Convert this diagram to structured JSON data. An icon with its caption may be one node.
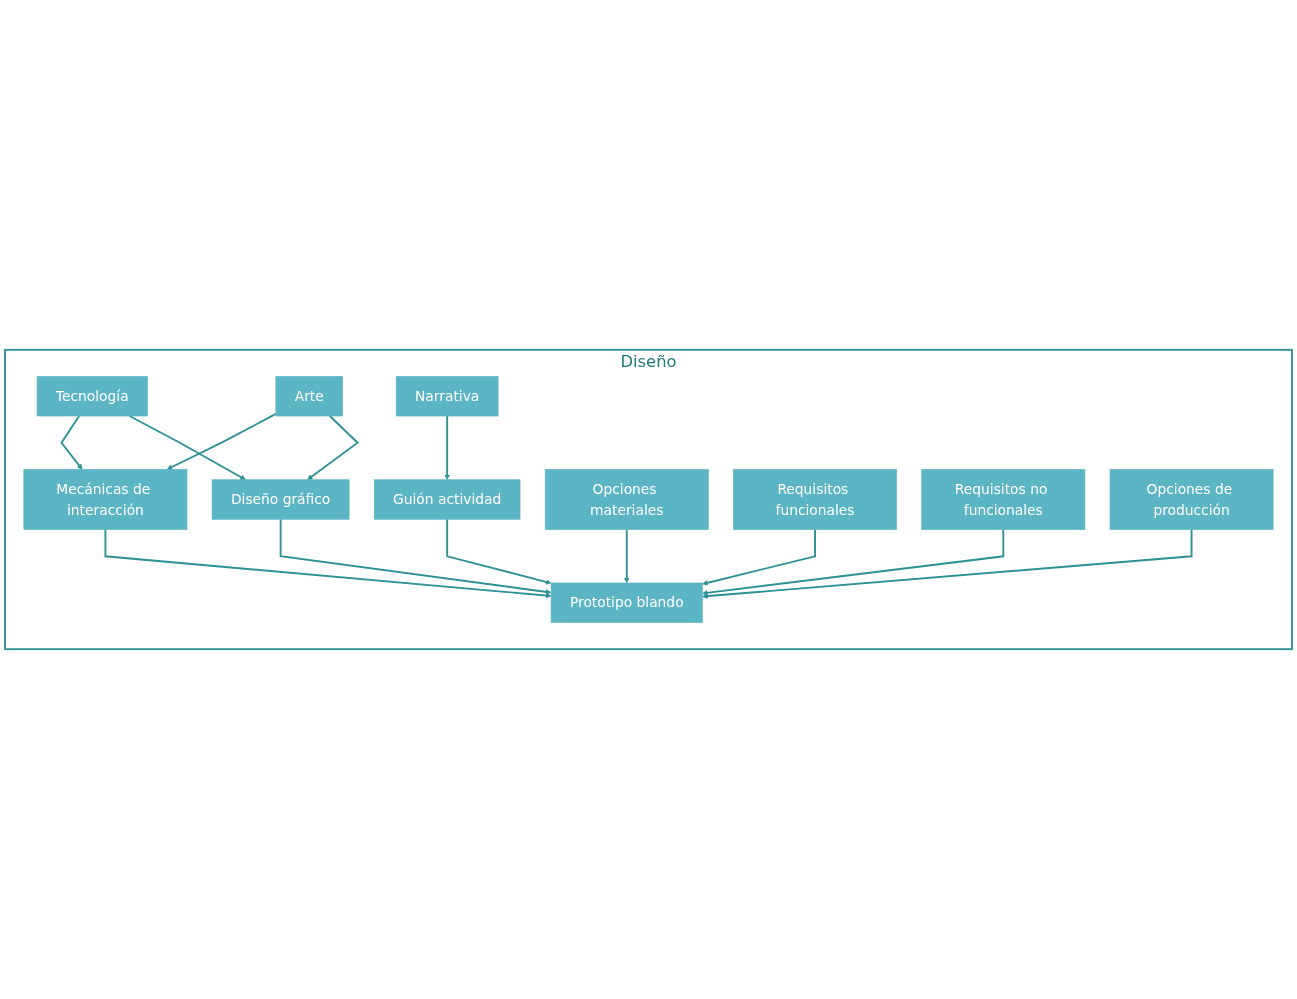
{
  "diagram": {
    "nodes": [
      {
        "text": [
          "Diseño"
        ]
      },
      {
        "text": [
          "Tecnología"
        ],
        "in": 0
      },
      {
        "text": [
          "Narrativa"
        ],
        "in": 0
      },
      {
        "text": [
          "Arte"
        ],
        "in": 0
      },
      {
        "text": [
          "Guión actividad"
        ],
        "in": 0
      },
      {
        "text": [
          "Diseño gráfico"
        ],
        "in": 0
      },
      {
        "text": [
          "Mecánicas de interacción"
        ],
        "in": 0
      },
      {
        "text": [
          "Requisitos funcionales"
        ],
        "in": 0
      },
      {
        "text": [
          "Opciones materiales"
        ],
        "in": 0
      },
      {
        "text": [
          "Requisitos no funcionales"
        ],
        "in": 0
      },
      {
        "text": [
          "Opciones de producción"
        ],
        "in": 0
      },
      {
        "text": [
          "Prototipo blando"
        ],
        "in": 0
      }
    ],
    "edges": [
      {
        "from": 3,
        "to": 6,
        "arrow": "to"
      },
      {
        "from": 1,
        "to": 6,
        "arrow": "to"
      },
      {
        "from": 1,
        "to": 5,
        "arrow": "to"
      },
      {
        "from": 3,
        "to": 5,
        "arrow": "to"
      },
      {
        "from": 2,
        "to": 4,
        "arrow": "to"
      },
      {
        "from": 5,
        "to": 11,
        "arrow": "to"
      },
      {
        "from": 8,
        "to": 11,
        "arrow": "to"
      },
      {
        "from": 4,
        "to": 11,
        "arrow": "to"
      },
      {
        "from": 6,
        "to": 11,
        "arrow": "to"
      },
      {
        "from": 7,
        "to": 11,
        "arrow": "to"
      },
      {
        "from": 9,
        "to": 11,
        "arrow": "to"
      },
      {
        "from": 10,
        "to": 11,
        "arrow": "to"
      }
    ]
  }
}
